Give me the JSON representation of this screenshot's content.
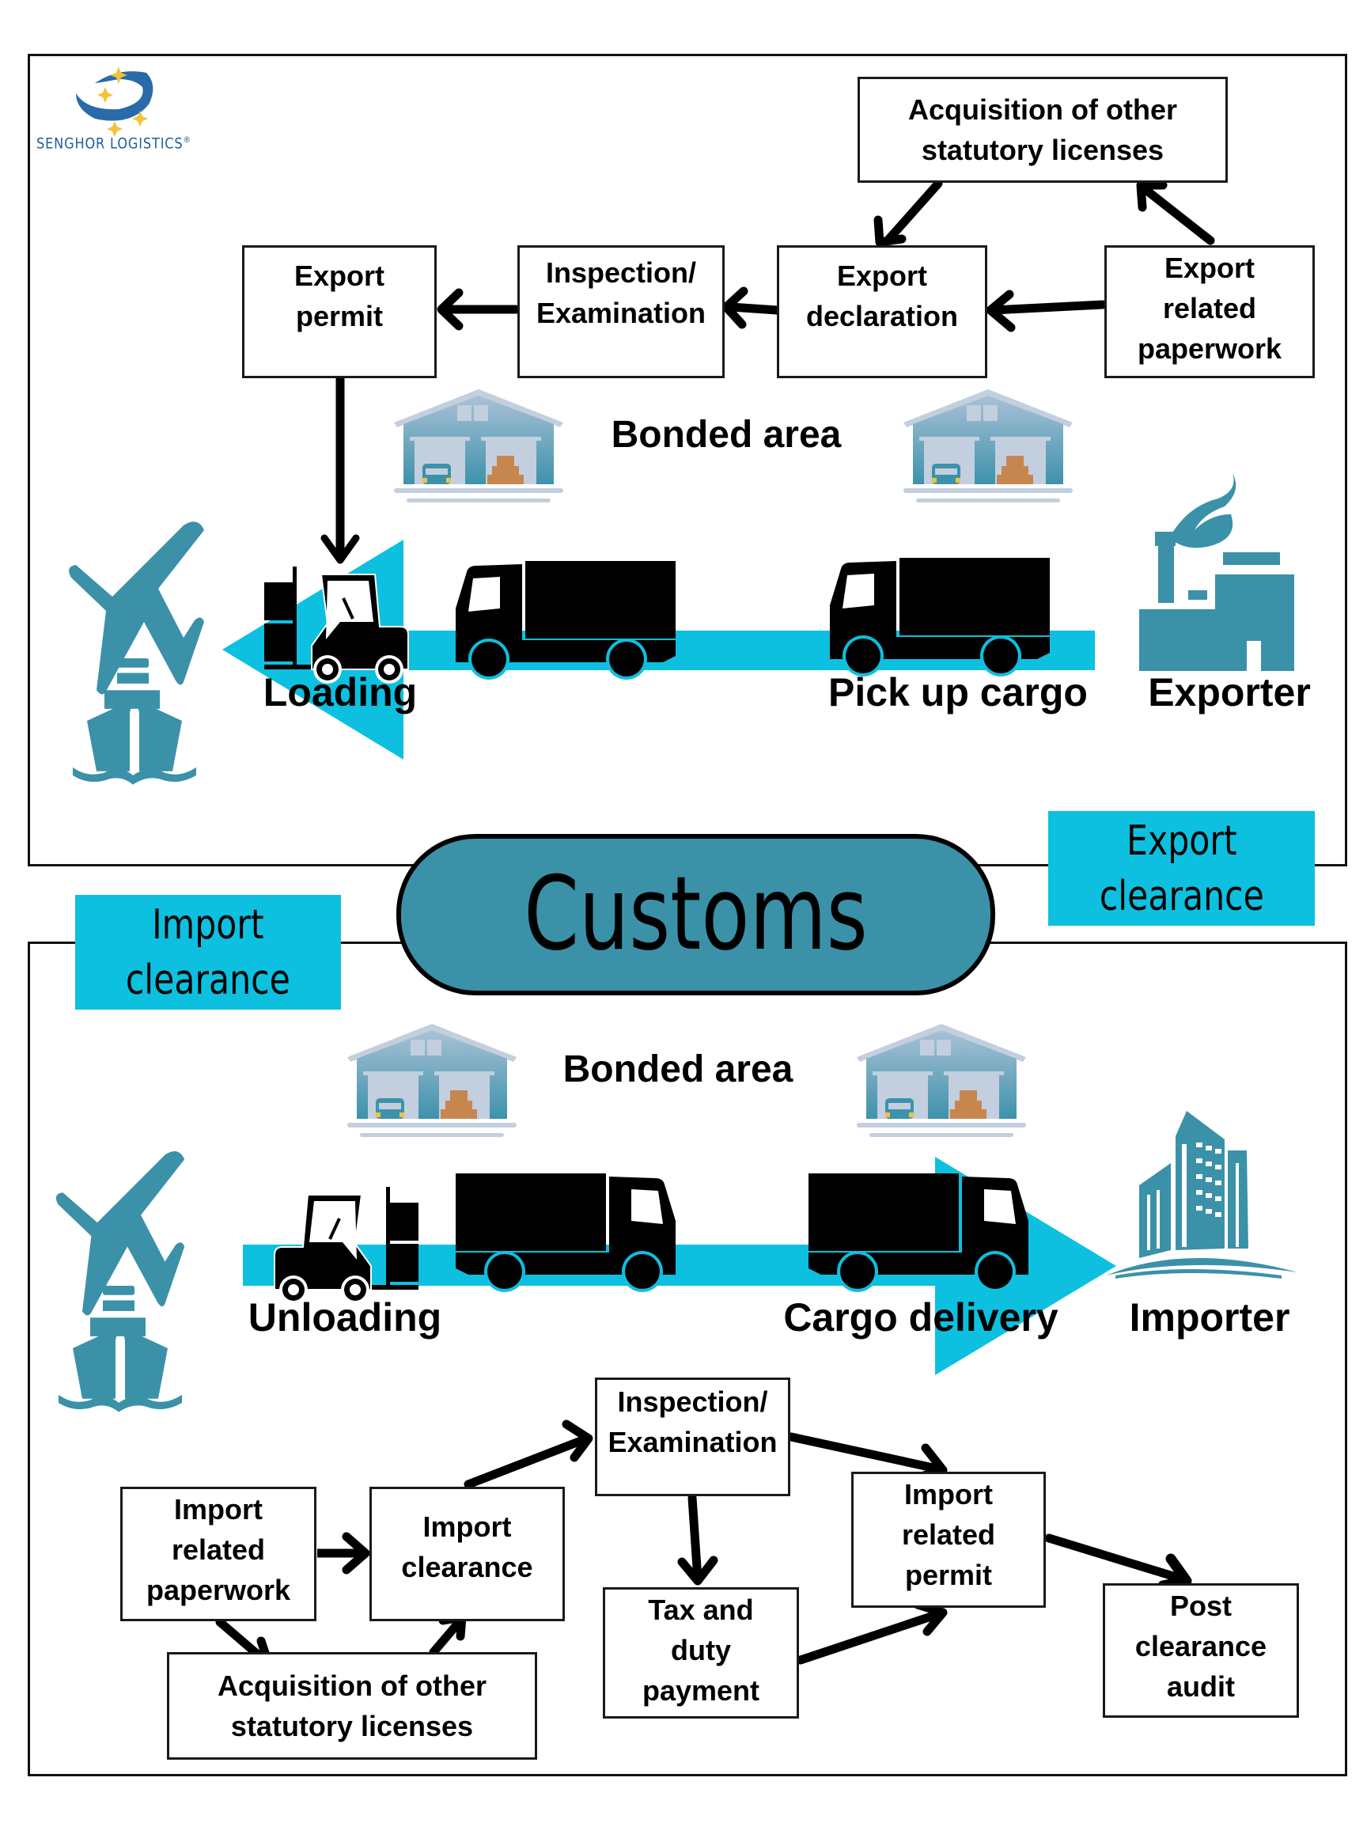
{
  "logo": {
    "name": "SENGHOR LOGISTICS",
    "registered_mark": "®",
    "icon": "crescent-stars-logo"
  },
  "colors": {
    "cyan": "#0dc0e0",
    "teal": "#3b91a8",
    "black": "#000000",
    "warehouse_light": "#c3cfde"
  },
  "center": {
    "title": "Customs"
  },
  "export_section": {
    "tag": "Export\nclearance",
    "bonded_area": "Bonded area",
    "flow_boxes": [
      {
        "id": "acq",
        "label": "Acquisition of other\nstatutory licenses"
      },
      {
        "id": "permit",
        "label": "Export\npermit"
      },
      {
        "id": "inspection",
        "label": "Inspection/\nExamination"
      },
      {
        "id": "declaration",
        "label": "Export\ndeclaration"
      },
      {
        "id": "paperwork",
        "label": "Export\nrelated\npaperwork"
      }
    ],
    "flow_edges": [
      [
        "paperwork",
        "declaration"
      ],
      [
        "paperwork",
        "acq"
      ],
      [
        "acq",
        "declaration"
      ],
      [
        "declaration",
        "inspection"
      ],
      [
        "inspection",
        "permit"
      ],
      [
        "permit",
        "loading"
      ]
    ],
    "stages": [
      {
        "label": "Loading",
        "icon": "forklift-icon"
      },
      {
        "label": "Pick up cargo",
        "icon": "truck-icon"
      },
      {
        "label": "Exporter",
        "icon": "factory-icon"
      }
    ],
    "transport_icons": [
      "airplane-icon",
      "ship-icon"
    ]
  },
  "import_section": {
    "tag": "Import\nclearance",
    "bonded_area": "Bonded area",
    "stages": [
      {
        "label": "Unloading",
        "icon": "forklift-icon"
      },
      {
        "label": "Cargo delivery",
        "icon": "truck-icon"
      },
      {
        "label": "Importer",
        "icon": "office-building-icon"
      }
    ],
    "transport_icons": [
      "airplane-icon",
      "ship-icon"
    ],
    "flow_boxes": [
      {
        "id": "paperwork",
        "label": "Import\nrelated\npaperwork"
      },
      {
        "id": "clearance",
        "label": "Import\nclearance"
      },
      {
        "id": "acq",
        "label": "Acquisition of other\nstatutory licenses"
      },
      {
        "id": "inspection",
        "label": "Inspection/\nExamination"
      },
      {
        "id": "tax",
        "label": "Tax and\nduty\npayment"
      },
      {
        "id": "permit",
        "label": "Import\nrelated\npermit"
      },
      {
        "id": "audit",
        "label": "Post\nclearance\naudit"
      }
    ],
    "flow_edges": [
      [
        "paperwork",
        "clearance"
      ],
      [
        "paperwork",
        "acq"
      ],
      [
        "acq",
        "clearance"
      ],
      [
        "clearance",
        "inspection"
      ],
      [
        "inspection",
        "tax"
      ],
      [
        "inspection",
        "permit"
      ],
      [
        "tax",
        "permit"
      ],
      [
        "permit",
        "audit"
      ]
    ]
  }
}
